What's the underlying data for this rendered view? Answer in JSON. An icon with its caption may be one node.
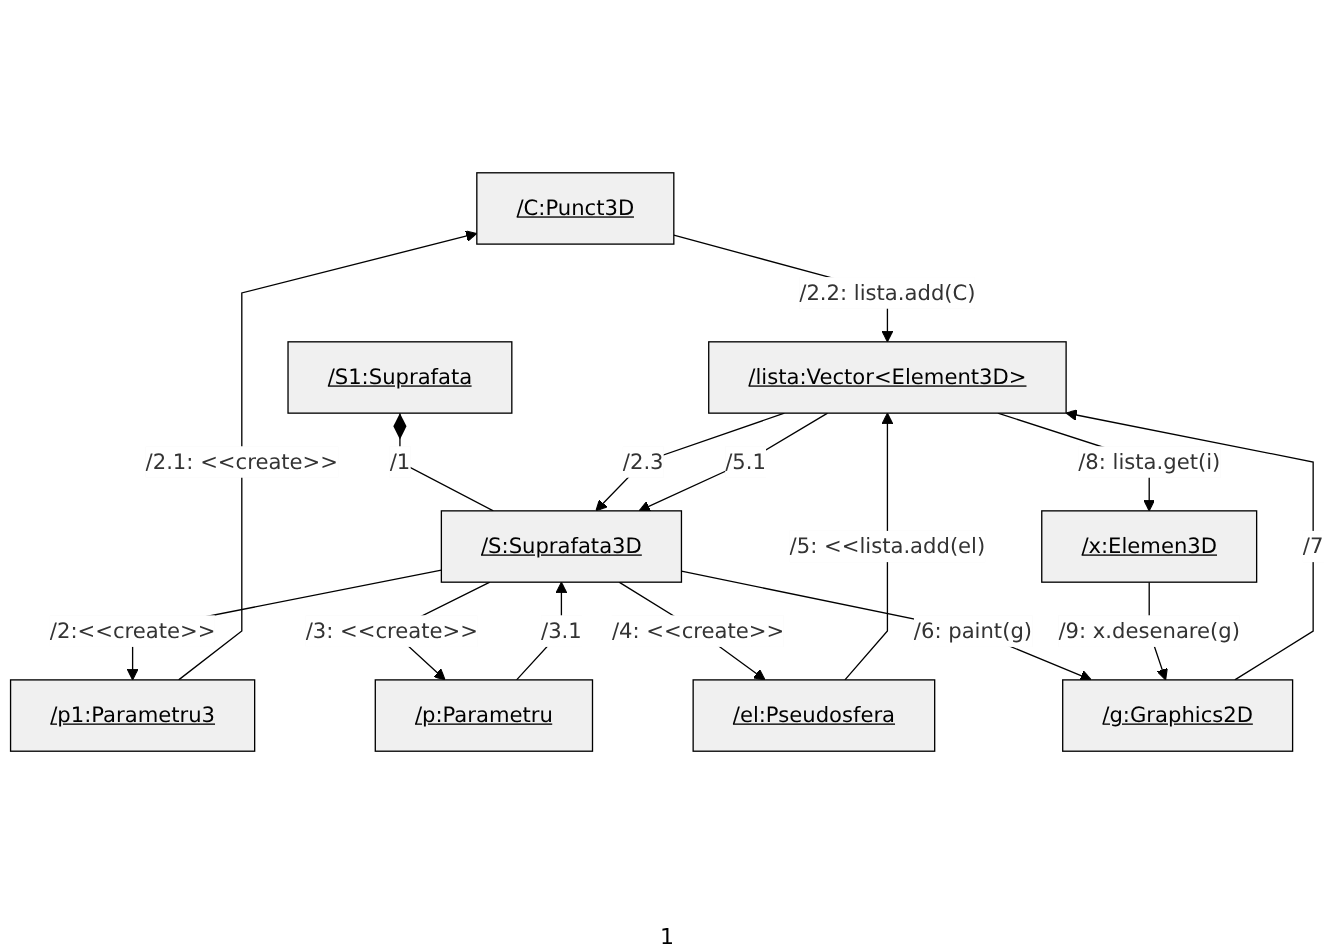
{
  "diagram": {
    "nodes": [
      {
        "text": [
          "/C:Punct3D"
        ]
      },
      {
        "text": [
          "/S1:Suprafata"
        ]
      },
      {
        "text": [
          "/p:Parametru"
        ]
      },
      {
        "text": [
          "/p1:Parametru3"
        ]
      },
      {
        "text": [
          "/S:Suprafata3D"
        ]
      },
      {
        "text": [
          "/lista:Vector<Element3D>"
        ]
      },
      {
        "text": [
          "/el:Pseudosfera"
        ]
      },
      {
        "text": [
          "/x:Elemen3D"
        ]
      },
      {
        "text": [
          "/g:Graphics2D"
        ]
      }
    ],
    "edges": [
      {
        "from": 1,
        "to": 4,
        "arrow": "other",
        "label": "/1"
      },
      {
        "from": 4,
        "to": 3,
        "arrow": "to",
        "label": "/2:<<create>>"
      },
      {
        "from": 3,
        "to": 0,
        "arrow": "to",
        "label": "/2.1: <<create>>"
      },
      {
        "from": 0,
        "to": 5,
        "arrow": "to",
        "label": "/2.2: lista.add(C)"
      },
      {
        "from": 5,
        "to": 4,
        "arrow": "to",
        "label": "/2.3"
      },
      {
        "from": 4,
        "to": 2,
        "arrow": "to",
        "label": "/3: <<create>>"
      },
      {
        "from": 2,
        "to": 4,
        "arrow": "to",
        "label": "/3.1"
      },
      {
        "from": 4,
        "to": 6,
        "arrow": "to",
        "label": "/4: <<create>>"
      },
      {
        "from": 6,
        "to": 5,
        "arrow": "to",
        "label": "/5: <<lista.add(el)"
      },
      {
        "from": 5,
        "to": 4,
        "arrow": "to",
        "label": "/5.1"
      },
      {
        "from": 4,
        "to": 8,
        "arrow": "to",
        "label": "/6: paint(g)"
      },
      {
        "from": 8,
        "to": 5,
        "arrow": "to",
        "label": "/7"
      },
      {
        "from": 5,
        "to": 7,
        "arrow": "to",
        "label": "/8: lista.get(i)"
      },
      {
        "from": 7,
        "to": 8,
        "arrow": "to",
        "label": "/9: x.desenare(g)"
      }
    ],
    "labels": [
      "1"
    ]
  }
}
